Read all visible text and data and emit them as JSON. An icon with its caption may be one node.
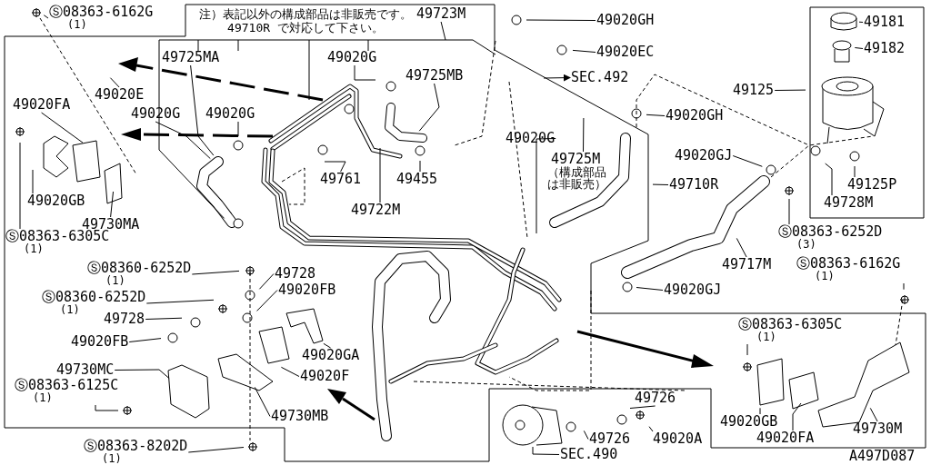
{
  "diagram": {
    "nodes": [
      {
        "text": [
          "Ⓢ08363-6162G",
          "(1)"
        ]
      },
      {
        "text": [
          "49723M"
        ]
      },
      {
        "text": [
          "49020GH"
        ]
      },
      {
        "text": [
          "49020EC"
        ]
      },
      {
        "text": [
          "SEC.492"
        ]
      },
      {
        "text": [
          "49725MA"
        ]
      },
      {
        "text": [
          "49020G"
        ]
      },
      {
        "text": [
          "49725MB"
        ]
      },
      {
        "text": [
          "49020E"
        ]
      },
      {
        "text": [
          "49020FA"
        ]
      },
      {
        "text": [
          "49020G"
        ]
      },
      {
        "text": [
          "49020G"
        ]
      },
      {
        "text": [
          "49020GH"
        ]
      },
      {
        "text": [
          "49020G"
        ]
      },
      {
        "text": [
          "49725M",
          "（構成部品は非販売）"
        ]
      },
      {
        "text": [
          "49710R"
        ]
      },
      {
        "text": [
          "49761"
        ]
      },
      {
        "text": [
          "49455"
        ]
      },
      {
        "text": [
          "49020GJ"
        ]
      },
      {
        "text": [
          "49125"
        ]
      },
      {
        "text": [
          "49181"
        ]
      },
      {
        "text": [
          "49182"
        ]
      },
      {
        "text": [
          "49125P"
        ]
      },
      {
        "text": [
          "49728M"
        ]
      },
      {
        "text": [
          "49722M"
        ]
      },
      {
        "text": [
          "49020GB"
        ]
      },
      {
        "text": [
          "49730MA"
        ]
      },
      {
        "text": [
          "Ⓢ08363-6305C",
          "(1)"
        ]
      },
      {
        "text": [
          "Ⓢ08363-6252D",
          "(3)"
        ]
      },
      {
        "text": [
          "49717M"
        ]
      },
      {
        "text": [
          "Ⓢ08363-6162G",
          "(1)"
        ]
      },
      {
        "text": [
          "Ⓢ08360-6252D",
          "(1)"
        ]
      },
      {
        "text": [
          "49728"
        ]
      },
      {
        "text": [
          "49020FB"
        ]
      },
      {
        "text": [
          "Ⓢ08360-6252D",
          "(1)"
        ]
      },
      {
        "text": [
          "49728"
        ]
      },
      {
        "text": [
          "49020GA"
        ]
      },
      {
        "text": [
          "49020GJ"
        ]
      },
      {
        "text": [
          "49020FB"
        ]
      },
      {
        "text": [
          "Ⓢ08363-6305C",
          "(1)"
        ]
      },
      {
        "text": [
          "49730MC"
        ]
      },
      {
        "text": [
          "49020F"
        ]
      },
      {
        "text": [
          "Ⓢ08363-6125C",
          "(1)"
        ]
      },
      {
        "text": [
          "49730MB"
        ]
      },
      {
        "text": [
          "49726"
        ]
      },
      {
        "text": [
          "49726"
        ]
      },
      {
        "text": [
          "49020A"
        ]
      },
      {
        "text": [
          "49020GB"
        ]
      },
      {
        "text": [
          "49020FA"
        ]
      },
      {
        "text": [
          "49730M"
        ]
      },
      {
        "text": [
          "SEC.490"
        ]
      },
      {
        "text": [
          "Ⓢ08363-8202D",
          "(1)"
        ]
      }
    ],
    "edges": [
      {
        "from": 0,
        "to": null,
        "arrow": "none"
      },
      {
        "from": 1,
        "to": null,
        "arrow": "none"
      },
      {
        "from": 2,
        "to": null,
        "arrow": "none"
      },
      {
        "from": 3,
        "to": null,
        "arrow": "none"
      },
      {
        "from": null,
        "to": 4,
        "arrow": "to"
      },
      {
        "from": 5,
        "to": null,
        "arrow": "none"
      },
      {
        "from": 6,
        "to": null,
        "arrow": "none"
      },
      {
        "from": 7,
        "to": null,
        "arrow": "none"
      },
      {
        "from": 8,
        "to": null,
        "arrow": "none"
      },
      {
        "from": 9,
        "to": null,
        "arrow": "none"
      },
      {
        "from": 10,
        "to": null,
        "arrow": "none"
      },
      {
        "from": 11,
        "to": null,
        "arrow": "none"
      },
      {
        "from": 12,
        "to": null,
        "arrow": "none"
      },
      {
        "from": 13,
        "to": null,
        "arrow": "none"
      },
      {
        "from": 14,
        "to": null,
        "arrow": "none"
      },
      {
        "from": 15,
        "to": null,
        "arrow": "none"
      },
      {
        "from": 16,
        "to": null,
        "arrow": "none"
      },
      {
        "from": 17,
        "to": null,
        "arrow": "none"
      },
      {
        "from": 18,
        "to": null,
        "arrow": "none"
      },
      {
        "from": 19,
        "to": null,
        "arrow": "none"
      },
      {
        "from": 20,
        "to": null,
        "arrow": "none"
      },
      {
        "from": 21,
        "to": null,
        "arrow": "none"
      },
      {
        "from": 22,
        "to": null,
        "arrow": "none"
      },
      {
        "from": 23,
        "to": null,
        "arrow": "none"
      },
      {
        "from": 24,
        "to": null,
        "arrow": "none"
      },
      {
        "from": 25,
        "to": null,
        "arrow": "none"
      },
      {
        "from": 26,
        "to": null,
        "arrow": "none"
      },
      {
        "from": 27,
        "to": null,
        "arrow": "none"
      },
      {
        "from": 28,
        "to": null,
        "arrow": "none"
      },
      {
        "from": 29,
        "to": null,
        "arrow": "none"
      },
      {
        "from": 30,
        "to": null,
        "arrow": "none"
      },
      {
        "from": 31,
        "to": null,
        "arrow": "none"
      },
      {
        "from": 32,
        "to": null,
        "arrow": "none"
      },
      {
        "from": 33,
        "to": null,
        "arrow": "none"
      },
      {
        "from": 34,
        "to": null,
        "arrow": "none"
      },
      {
        "from": 35,
        "to": null,
        "arrow": "none"
      },
      {
        "from": 36,
        "to": null,
        "arrow": "none"
      },
      {
        "from": 37,
        "to": null,
        "arrow": "none"
      },
      {
        "from": 38,
        "to": null,
        "arrow": "none"
      },
      {
        "from": 39,
        "to": null,
        "arrow": "none"
      },
      {
        "from": 40,
        "to": null,
        "arrow": "none"
      },
      {
        "from": 41,
        "to": null,
        "arrow": "none"
      },
      {
        "from": 42,
        "to": null,
        "arrow": "none"
      },
      {
        "from": 43,
        "to": null,
        "arrow": "none"
      },
      {
        "from": 44,
        "to": null,
        "arrow": "none"
      },
      {
        "from": 45,
        "to": null,
        "arrow": "none"
      },
      {
        "from": 46,
        "to": null,
        "arrow": "none"
      },
      {
        "from": 47,
        "to": null,
        "arrow": "none"
      },
      {
        "from": 48,
        "to": null,
        "arrow": "none"
      },
      {
        "from": 49,
        "to": null,
        "arrow": "none"
      },
      {
        "from": 50,
        "to": null,
        "arrow": "none"
      },
      {
        "from": 51,
        "to": null,
        "arrow": "none"
      }
    ],
    "labels": [
      "注）表記以外の構成部品は非販売です。49710R で対応して下さい。",
      "A497D087"
    ]
  }
}
